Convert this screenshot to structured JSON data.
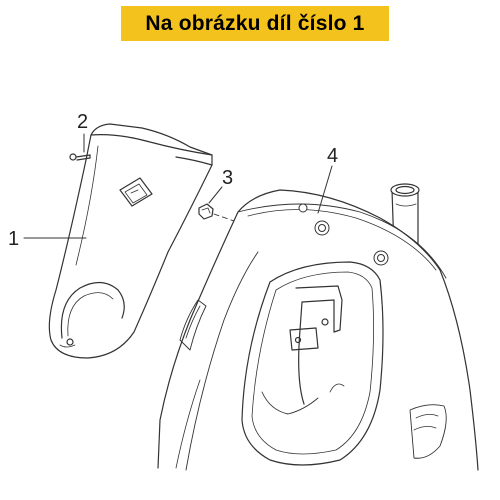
{
  "banner": {
    "text": "Na obrázku díl číslo 1",
    "color": "#f4c21c"
  },
  "callouts": {
    "c1": "1",
    "c2": "2",
    "c3": "3",
    "c4": "4"
  },
  "colors": {
    "line": "#333333",
    "fill": "#ffffff"
  }
}
